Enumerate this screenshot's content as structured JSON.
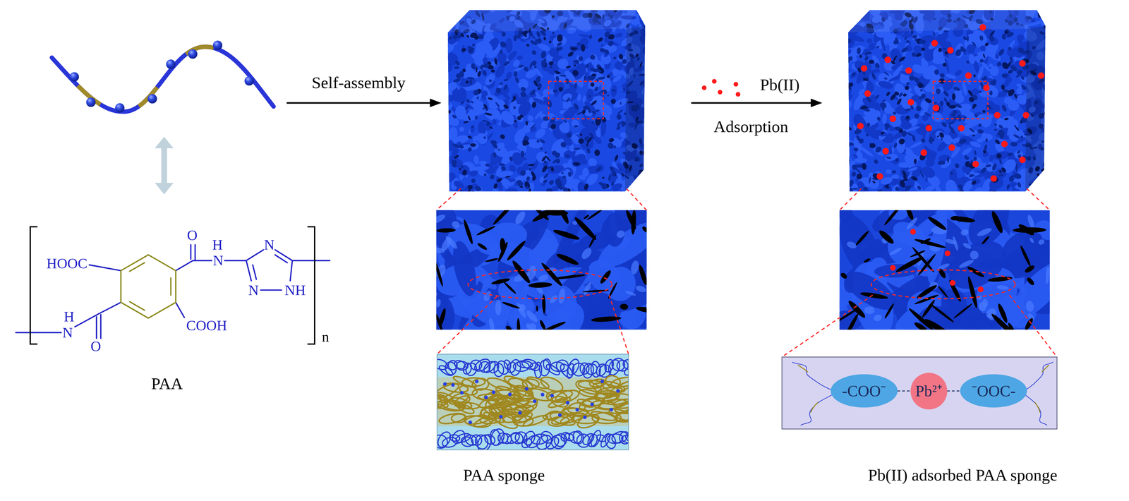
{
  "diagram": {
    "nodes": [
      {
        "text": [
          "-COO⁻"
        ]
      },
      {
        "text": [
          "Pb²⁺"
        ]
      },
      {
        "text": [
          "⁻OOC-"
        ]
      }
    ],
    "edges": [
      {
        "from": 0,
        "to": 1,
        "arrow": "none"
      },
      {
        "from": 1,
        "to": 2,
        "arrow": "none"
      }
    ],
    "labels": [
      "Self-assembly",
      "Pb(II)",
      "Adsorption",
      "O",
      "H",
      "N",
      "HOOC",
      "N",
      "N",
      "NH",
      "H",
      "N",
      "COOH",
      "n",
      "O",
      "PAA",
      "PAA sponge",
      "Pb(II) adsorbed PAA sponge"
    ]
  }
}
